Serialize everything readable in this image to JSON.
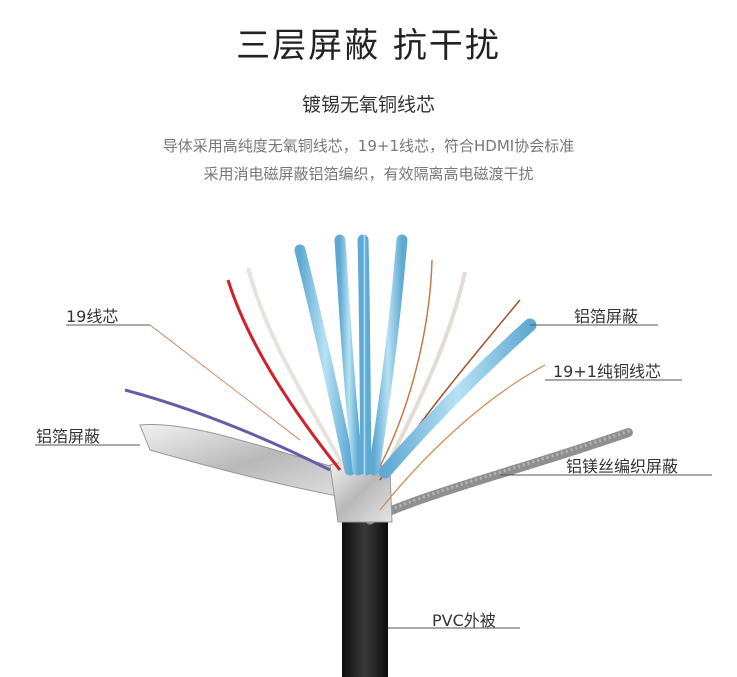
{
  "header": {
    "title": "三层屏蔽 抗干扰",
    "subtitle": "镀锡无氧铜线芯",
    "desc_line1": "导体采用高纯度无氧铜线芯，19+1线芯，符合HDMI协会标准",
    "desc_line2": "采用消电磁屏蔽铝箔编织，有效隔离高电磁渡干扰"
  },
  "labels": {
    "core19": "19线芯",
    "foil_right": "铝箔屏蔽",
    "core20": "19+1纯铜线芯",
    "foil_left": "铝箔屏蔽",
    "braid": "铝镁丝编织屏蔽",
    "jacket": "PVC外被"
  },
  "colors": {
    "jacket": "#1c1c1c",
    "foil": "#c9c9c9",
    "blue_pair": "#7ec4e6",
    "red_wire": "#d0202a",
    "purple_wire": "#6a5aa8",
    "copper": "#c8784a",
    "line": "#555555"
  }
}
